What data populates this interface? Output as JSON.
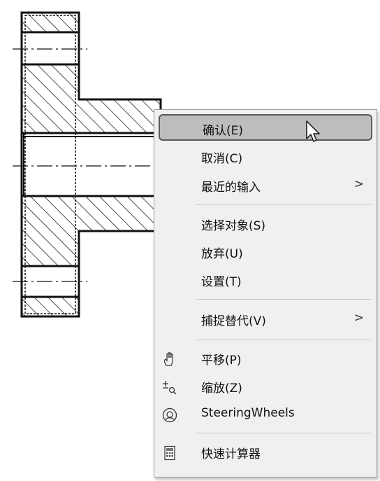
{
  "context_menu": {
    "items": [
      {
        "label": "确认(E)"
      },
      {
        "label": "取消(C)"
      },
      {
        "label": "最近的输入",
        "arrow": ">"
      },
      {
        "label": "选择对象(S)"
      },
      {
        "label": "放弃(U)"
      },
      {
        "label": "设置(T)"
      },
      {
        "label": "捕捉替代(V)",
        "arrow": ">"
      },
      {
        "label": "平移(P)",
        "icon": "pan-hand-icon"
      },
      {
        "label": "缩放(Z)",
        "icon": "zoom-icon"
      },
      {
        "label": "SteeringWheels",
        "icon": "steering-wheel-icon"
      },
      {
        "label": "快速计算器",
        "icon": "calculator-icon"
      }
    ]
  },
  "colors": {
    "menu_bg": "#f0f0f0",
    "highlight_bg": "#bdbdbd",
    "highlight_border": "#5a5a5a"
  }
}
